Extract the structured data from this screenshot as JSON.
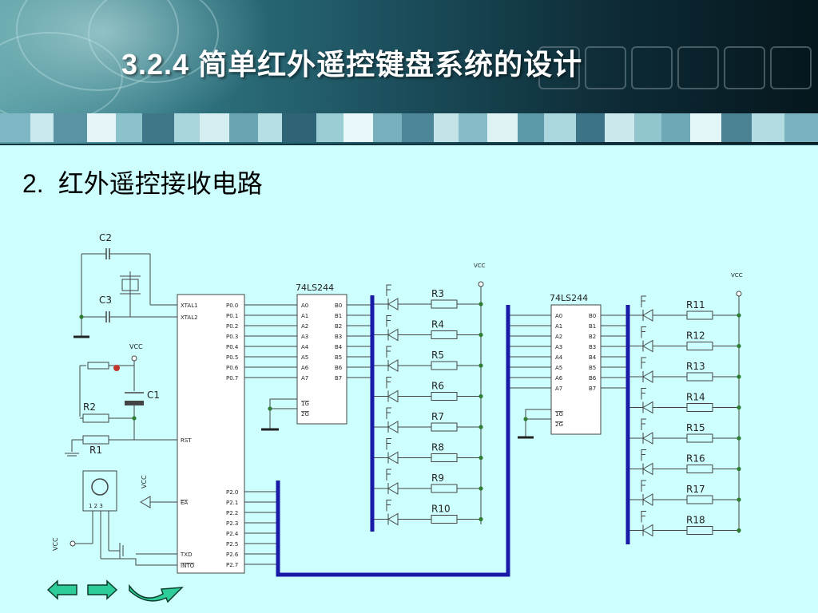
{
  "slide": {
    "title": "3.2.4  简单红外遥控键盘系统的设计",
    "subtitle_number": "2.",
    "subtitle_text": "红外遥控接收电路"
  },
  "circuit": {
    "capacitors": [
      "C2",
      "C3",
      "C1"
    ],
    "resistors_left": [
      "R2",
      "R1"
    ],
    "vcc_label": "VCC",
    "vcc_vertical": "VCC",
    "mcu_left_pins": [
      "XTAL1",
      "XTAL2",
      "RST",
      "EA",
      "TXD",
      "INTO"
    ],
    "mcu_right_pins": [
      "P0.0",
      "P0.1",
      "P0.2",
      "P0.3",
      "P0.4",
      "P0.5",
      "P0.6",
      "P0.7",
      "P2.0",
      "P2.1",
      "P2.2",
      "P2.3",
      "P2.4",
      "P2.5",
      "P2.6",
      "P2.7"
    ],
    "chip1": {
      "name": "74LS244",
      "a_pins": [
        "A0",
        "A1",
        "A2",
        "A3",
        "A4",
        "A5",
        "A6",
        "A7"
      ],
      "b_pins": [
        "B0",
        "B1",
        "B2",
        "B3",
        "B4",
        "B5",
        "B6",
        "B7"
      ],
      "g_pins": [
        "1G",
        "2G"
      ]
    },
    "chip2": {
      "name": "74LS244",
      "a_pins": [
        "A0",
        "A1",
        "A2",
        "A3",
        "A4",
        "A5",
        "A6",
        "A7"
      ],
      "b_pins": [
        "B0",
        "B1",
        "B2",
        "B3",
        "B4",
        "B5",
        "B6",
        "B7"
      ],
      "g_pins": [
        "1G",
        "2G"
      ]
    },
    "resistors_group1": [
      "R3",
      "R4",
      "R5",
      "R6",
      "R7",
      "R8",
      "R9",
      "R10"
    ],
    "resistors_group2": [
      "R11",
      "R12",
      "R13",
      "R14",
      "R15",
      "R16",
      "R17",
      "R18"
    ],
    "switch_label": "F"
  },
  "navigation": {
    "prev_icon": "left-arrow-icon",
    "next_icon": "right-arrow-icon",
    "return_icon": "return-arrow-icon"
  },
  "colors": {
    "background": "#ccfffe",
    "bus": "#1a1aa8",
    "wire": "#444444",
    "node": "#2e7d32",
    "nav_fill": "#2ecc9a"
  }
}
